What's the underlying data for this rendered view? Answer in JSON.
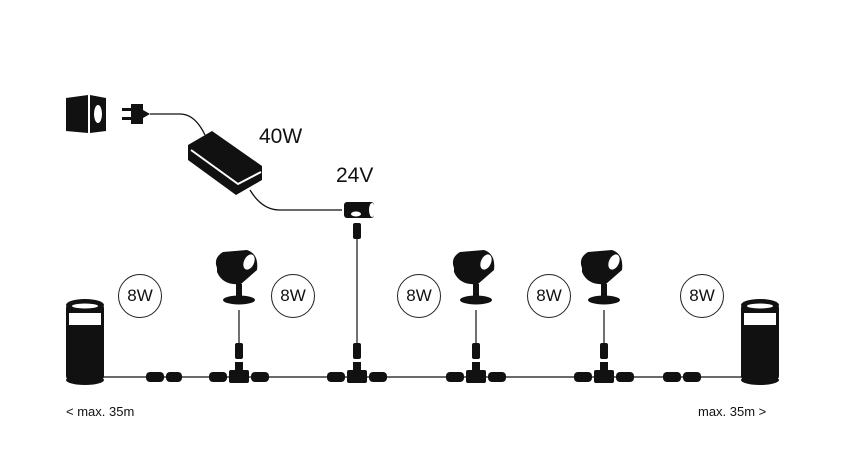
{
  "diagram": {
    "title": "Outdoor lighting 24V low-voltage cable layout",
    "power_supply": {
      "wattage_label": "40W",
      "voltage_label": "24V"
    },
    "fixtures": [
      {
        "type": "pedestal",
        "wattage_label": "8W"
      },
      {
        "type": "spot",
        "wattage_label": "8W"
      },
      {
        "type": "spot",
        "wattage_label": "8W"
      },
      {
        "type": "spot",
        "wattage_label": "8W"
      },
      {
        "type": "pedestal",
        "wattage_label": "8W"
      }
    ],
    "distance_left": "< max. 35m",
    "distance_right": "max. 35m >",
    "colors": {
      "ink": "#111111",
      "background": "#ffffff"
    }
  }
}
